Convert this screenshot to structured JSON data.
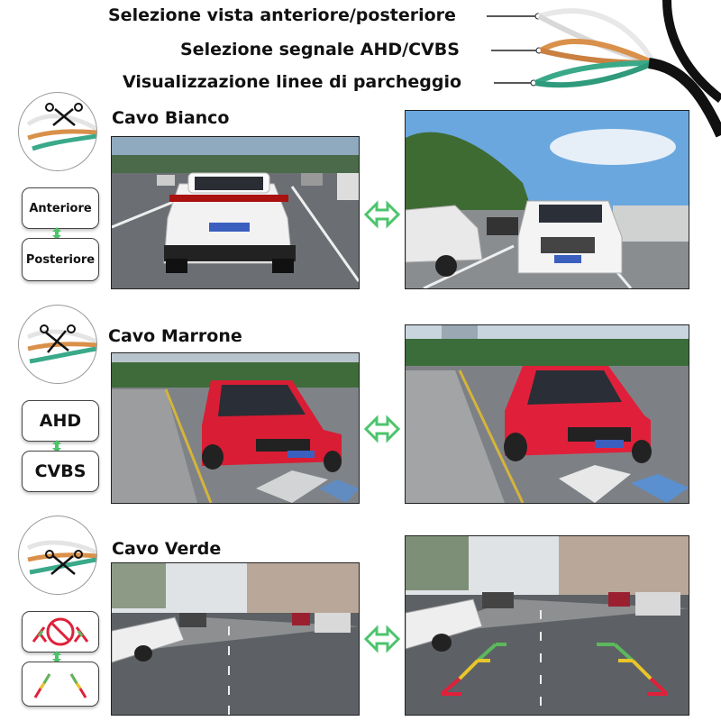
{
  "header": {
    "labels": [
      "Selezione vista anteriore/posteriore",
      "Selezione segnale AHD/CVBS",
      "Visualizzazione linee di parcheggio"
    ]
  },
  "sections": [
    {
      "title": "Cavo Bianco",
      "options": [
        "Anteriore",
        "Posteriore"
      ]
    },
    {
      "title": "Cavo Marrone",
      "options": [
        "AHD",
        "CVBS"
      ]
    },
    {
      "title": "Cavo Verde",
      "options": [
        "",
        ""
      ]
    }
  ],
  "colors": {
    "white_wire": "#e8e8e8",
    "brown_wire": "#d9904a",
    "green_wire": "#3aa98a",
    "swap_arrow": "#4cc46c",
    "red_car": "#e0203a",
    "sky": "#6aa7df"
  }
}
